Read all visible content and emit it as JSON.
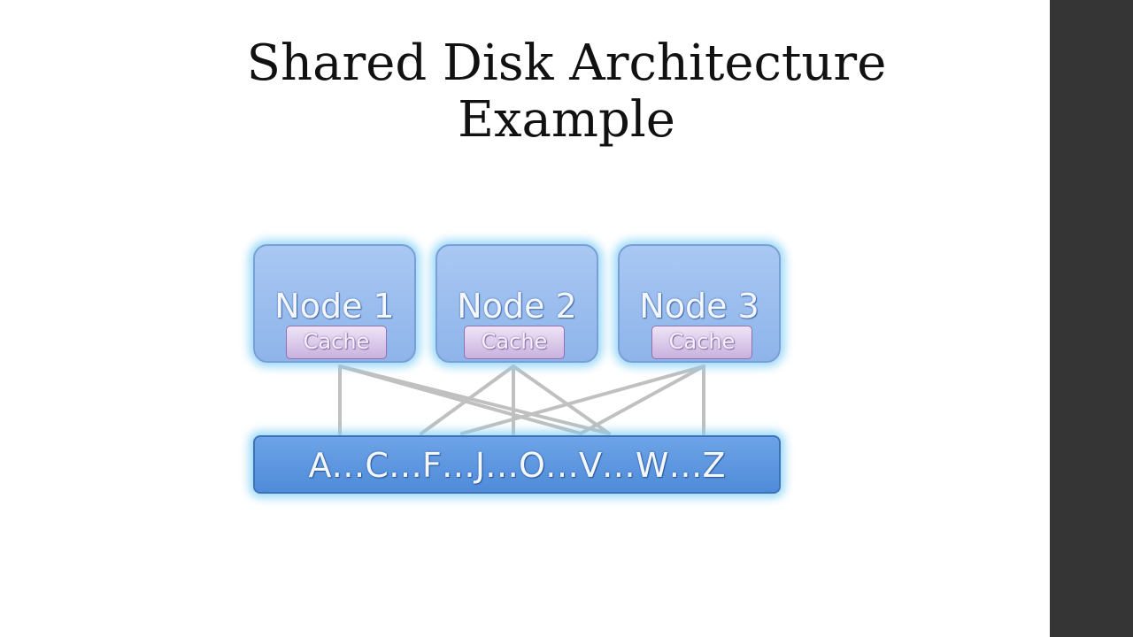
{
  "slide": {
    "title_line1": "Shared Disk Architecture",
    "title_line2": "Example"
  },
  "nodes": [
    {
      "label": "Node 1",
      "cache_label": "Cache"
    },
    {
      "label": "Node 2",
      "cache_label": "Cache"
    },
    {
      "label": "Node 3",
      "cache_label": "Cache"
    }
  ],
  "disk": {
    "label": "A…C…F…J…O…V…W…Z"
  },
  "colors": {
    "node_fill": "#9dbdf0",
    "cache_fill": "#d9c6ea",
    "disk_fill": "#5b95df",
    "glow": "#7dcdf5",
    "connector": "#c0c0c0",
    "side_bar": "#353535"
  }
}
